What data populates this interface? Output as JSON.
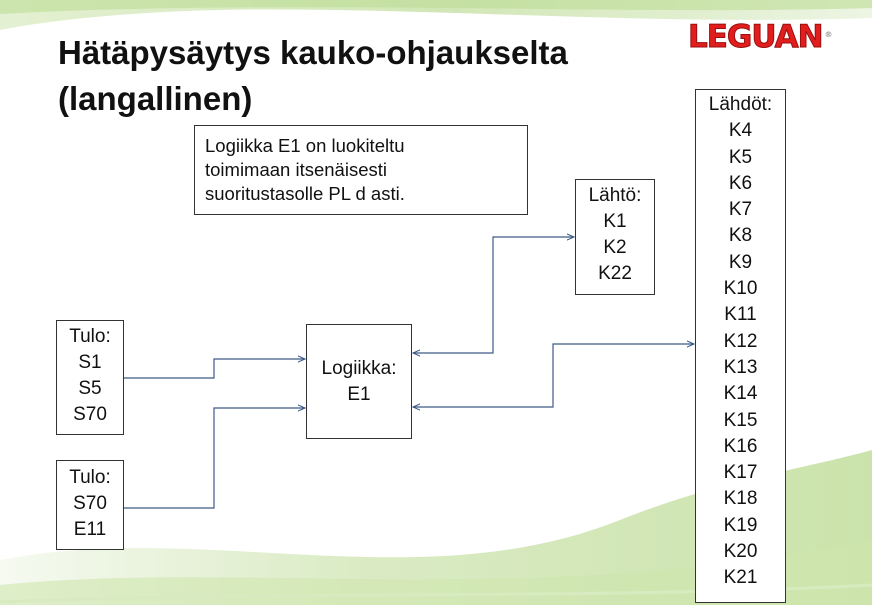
{
  "slide": {
    "title_line1": "Hätäpysäytys kauko-ohjaukselta",
    "title_line2": "(langallinen)",
    "logo": "LEGUAN",
    "logo_mark": "®",
    "note": [
      "Logiikka E1 on luokiteltu",
      "toimimaan itsenäisesti",
      "suoritustasolle PL d asti."
    ]
  },
  "inputs": [
    {
      "label": "Tulo:",
      "items": [
        "S1",
        "S5",
        "S70"
      ]
    },
    {
      "label": "Tulo:",
      "items": [
        "S70",
        "E11"
      ]
    }
  ],
  "logic": {
    "label": "Logiikka:",
    "id": "E1"
  },
  "outputs": [
    {
      "label": "Lähtö:",
      "items": [
        "K1",
        "K2",
        "K22"
      ]
    },
    {
      "label": "Lähdöt:",
      "items": [
        "K4",
        "K5",
        "K6",
        "K7",
        "K8",
        "K9",
        "K10",
        "K11",
        "K12",
        "K13",
        "K14",
        "K15",
        "K16",
        "K17",
        "K18",
        "K19",
        "K20",
        "K21"
      ]
    }
  ],
  "colors": {
    "arrow": "#3d5a88",
    "logo_red": "#e21d1d",
    "border": "#333333"
  }
}
